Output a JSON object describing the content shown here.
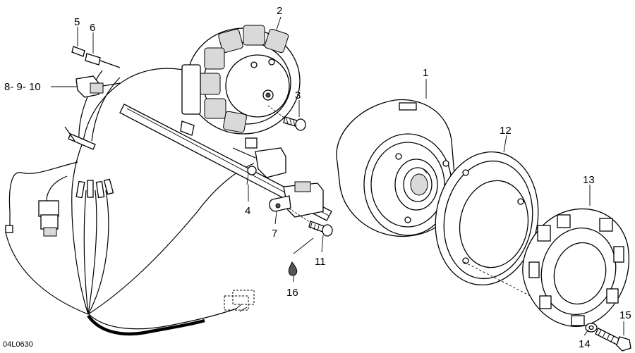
{
  "diagram": {
    "callouts": [
      "1",
      "2",
      "3",
      "4",
      "5",
      "6",
      "7",
      "8- 9- 10",
      "11",
      "12",
      "13",
      "14",
      "15",
      "16"
    ],
    "code": "04L0630"
  }
}
